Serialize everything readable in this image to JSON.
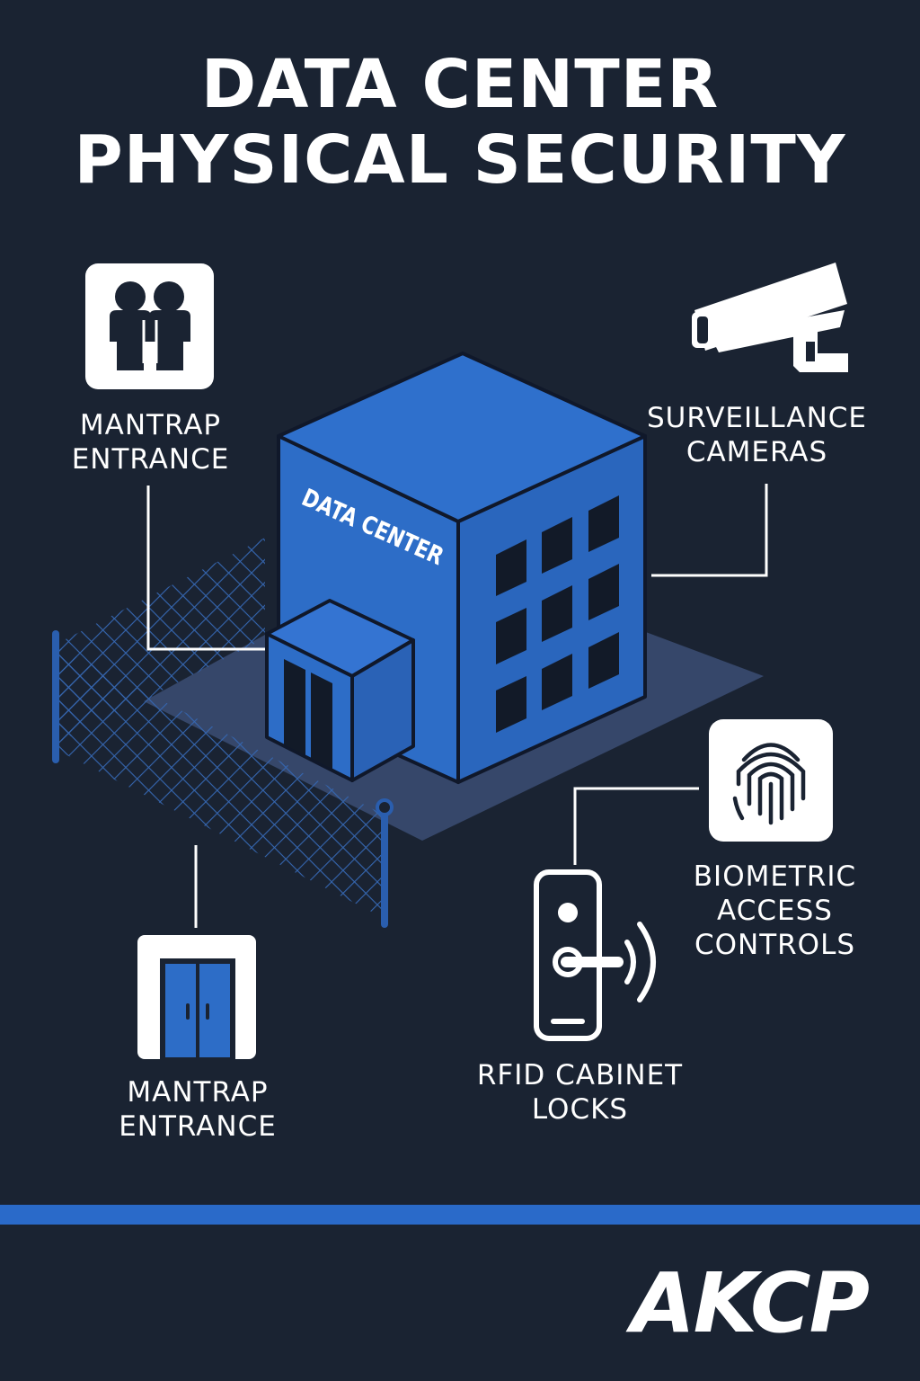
{
  "header": {
    "title_line1": "DATA CENTER",
    "title_line2": "PHYSICAL SECURITY"
  },
  "building": {
    "sign": "DATA CENTER"
  },
  "features": {
    "mantrap_top": {
      "line1": "MANTRAP",
      "line2": "ENTRANCE",
      "icon": "people-icon"
    },
    "surveillance": {
      "line1": "SURVEILLANCE",
      "line2": "CAMERAS",
      "icon": "camera-icon"
    },
    "biometric": {
      "line1": "BIOMETRIC",
      "line2": "ACCESS",
      "line3": "CONTROLS",
      "icon": "fingerprint-icon"
    },
    "rfid": {
      "line1": "RFID CABINET",
      "line2": "LOCKS",
      "icon": "rfid-lock-icon"
    },
    "mantrap_bottom": {
      "line1": "MANTRAP",
      "line2": "ENTRANCE",
      "icon": "door-icon"
    }
  },
  "footer": {
    "logo": "AKCP"
  },
  "colors": {
    "background": "#1a2332",
    "accent": "#2a6ac9",
    "building": "#2d6dc7",
    "white": "#ffffff"
  }
}
